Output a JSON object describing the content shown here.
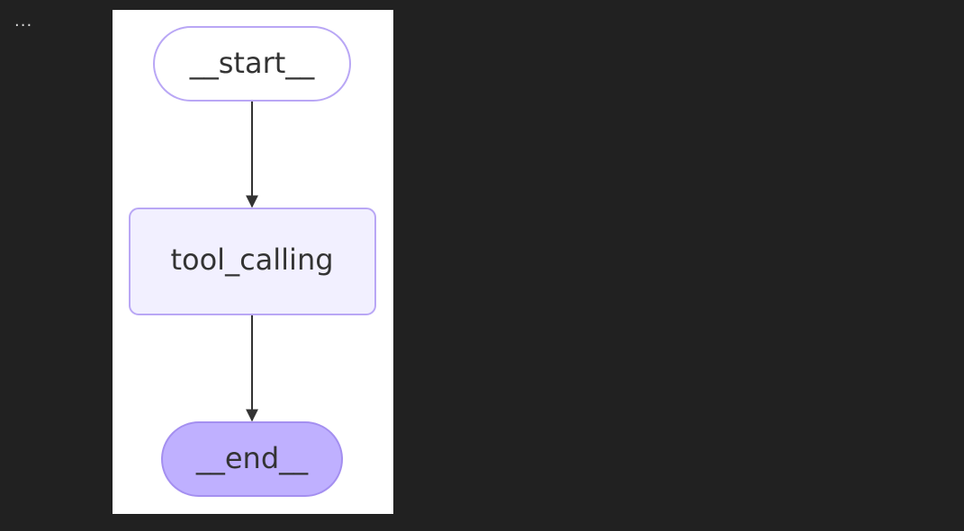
{
  "toolbar": {
    "more_icon": "ellipsis-icon",
    "more_label": "···"
  },
  "diagram": {
    "type": "flowchart",
    "nodes": [
      {
        "id": "start",
        "label": "__start__",
        "shape": "stadium",
        "fill": "#ffffff",
        "stroke": "#b9a7f5"
      },
      {
        "id": "tool_calling",
        "label": "tool_calling",
        "shape": "rect",
        "fill": "#f2f0ff",
        "stroke": "#b9a7f5"
      },
      {
        "id": "end",
        "label": "__end__",
        "shape": "stadium",
        "fill": "#bfb0ff",
        "stroke": "#a48ff0"
      }
    ],
    "edges": [
      {
        "from": "start",
        "to": "tool_calling"
      },
      {
        "from": "tool_calling",
        "to": "end"
      }
    ],
    "edge_color": "#333333"
  }
}
